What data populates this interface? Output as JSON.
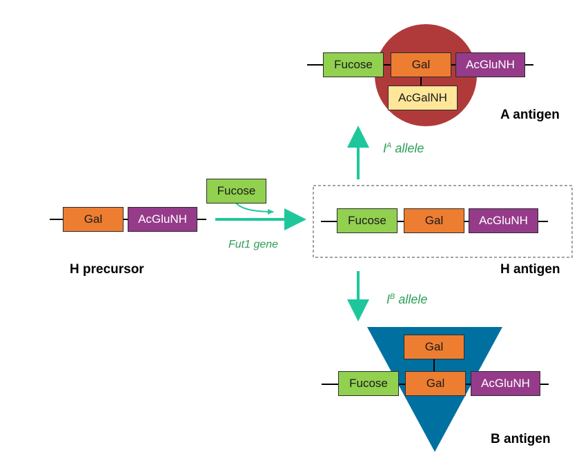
{
  "colors": {
    "fucose": "#92d050",
    "gal": "#ed7d31",
    "acglunh": "#953b8a",
    "acgalnh": "#ffe699",
    "a_circle": "#b03a3a",
    "b_triangle": "#0070a0",
    "arrow": "#1ec79b",
    "gene_text": "#2e9e57"
  },
  "h_precursor": {
    "chain": [
      "Gal",
      "AcGluNH"
    ],
    "label": "H precursor"
  },
  "fut1": {
    "substrate": "Fucose",
    "gene_label": "Fut1 gene"
  },
  "h_antigen": {
    "chain": [
      "Fucose",
      "Gal",
      "AcGluNH"
    ],
    "label": "H antigen"
  },
  "a_antigen": {
    "chain": [
      "Fucose",
      "Gal",
      "AcGluNH"
    ],
    "branch": "AcGalNH",
    "allele_prefix": "I",
    "allele_sup": "A",
    "allele_suffix": " allele",
    "label": "A antigen"
  },
  "b_antigen": {
    "chain": [
      "Fucose",
      "Gal",
      "AcGluNH"
    ],
    "branch": "Gal",
    "allele_prefix": "I",
    "allele_sup": "B",
    "allele_suffix": " allele",
    "label": "B antigen"
  }
}
